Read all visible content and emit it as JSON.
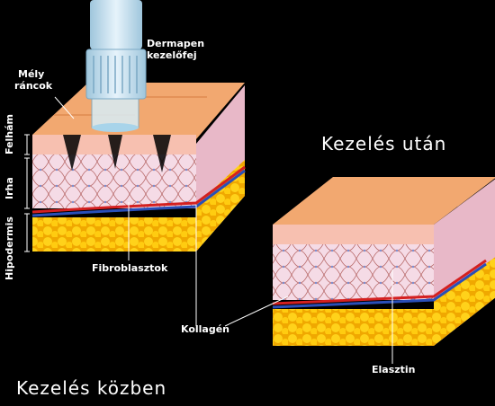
{
  "labels": {
    "dermapen": "Dermapen",
    "dermapen_head": "kezelőfej",
    "mely": "Mély",
    "rancok": "ráncok",
    "felham": "Felhám",
    "irha": "Irha",
    "hipodermis": "Hipodermis",
    "fibroblasztok": "Fibroblasztok",
    "kollagen": "Kollagén",
    "elasztin": "Elasztin",
    "kezeles_utan": "Kezelés után",
    "kezeles_kozben": "Kezelés közben"
  },
  "colors": {
    "background": "#000000",
    "skin_top": "#f2a870",
    "epidermis": "#f7c8b8",
    "dermis": "#f3d6e2",
    "fat": "#f5b800",
    "artery": "#d42020",
    "vein": "#2a4fb8",
    "collagen": "#b04040",
    "pen_body": "#bcd8e8"
  }
}
